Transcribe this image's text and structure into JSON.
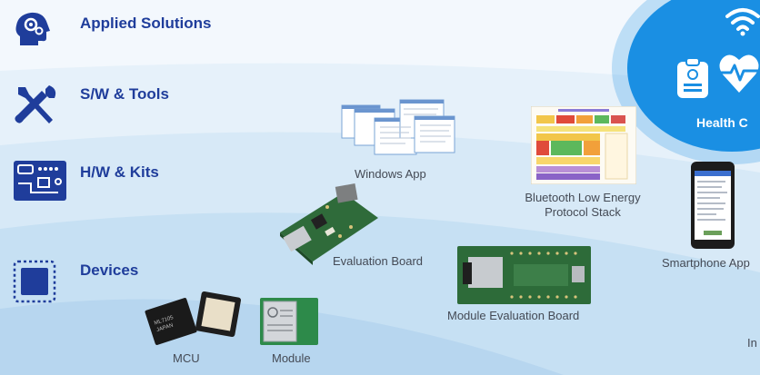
{
  "rows": [
    {
      "label": "Applied Solutions",
      "icon": "head-gears-icon"
    },
    {
      "label": "S/W & Tools",
      "icon": "wrench-screwdriver-icon"
    },
    {
      "label": "H/W & Kits",
      "icon": "circuit-board-icon"
    },
    {
      "label": "Devices",
      "icon": "chip-icon"
    }
  ],
  "products": {
    "windows_app": "Windows App",
    "ble_stack": "Bluetooth Low Energy\nProtocol Stack",
    "evaluation_board": "Evaluation Board",
    "module_evaluation_board": "Module Evaluation Board",
    "smartphone_app": "Smartphone App",
    "mcu": "MCU",
    "module": "Module",
    "partial_label": "In"
  },
  "solution": {
    "title": "Health C",
    "icons": [
      "wifi-icon",
      "clipboard-icon",
      "heart-pulse-icon"
    ]
  },
  "colors": {
    "brand_blue": "#1f3d9b",
    "band_light": "#e9f3fb",
    "band_mid": "#d8eaf7",
    "band_deep": "#c6e0f3",
    "band_deepest": "#b3d4ee",
    "health_blob": "#1a8fe3"
  }
}
